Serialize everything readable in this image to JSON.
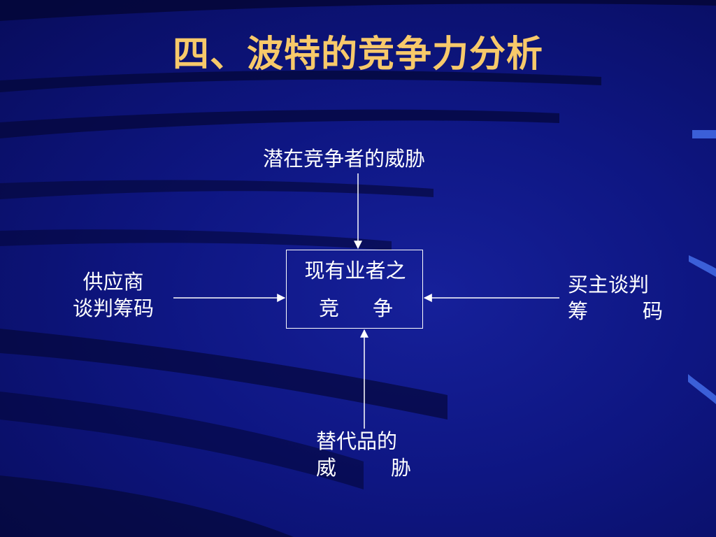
{
  "title": "四、波特的竞争力分析",
  "diagram": {
    "top_label": "潜在竞争者的威胁",
    "center_line1": "现有业者之",
    "center_line2_chars": [
      "竞",
      "争"
    ],
    "left_lines": [
      "供应商",
      "谈判筹码"
    ],
    "right_line1": "买主谈判",
    "right_line2_chars": [
      "筹",
      "码"
    ],
    "bottom_line1": "替代品的",
    "bottom_line2_chars": [
      "威",
      "胁"
    ]
  }
}
